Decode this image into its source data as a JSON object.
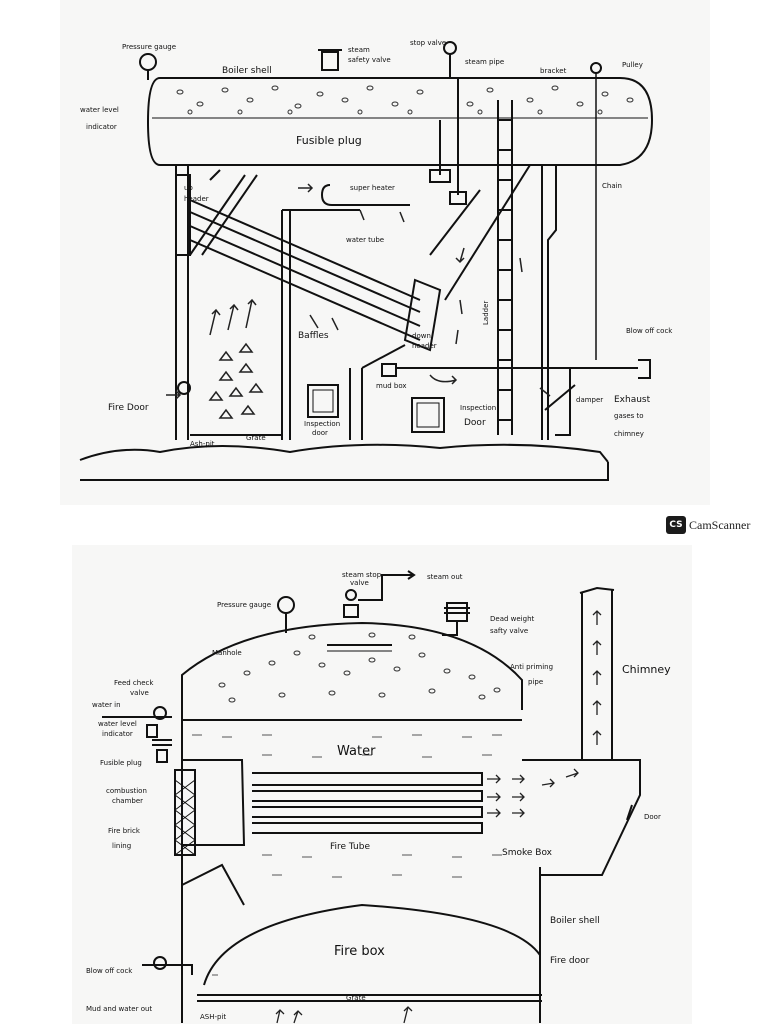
{
  "watermark": {
    "logo_text": "CS",
    "text": "CamScanner"
  },
  "top_diagram": {
    "labels": {
      "pressure_gauge": "Pressure gauge",
      "steam_safety_valve_1": "steam",
      "steam_safety_valve_2": "safety valve",
      "stop_valve": "stop valve",
      "steam_pipe": "steam pipe",
      "bracket": "bracket",
      "pulley": "Pulley",
      "boiler_shell": "Boiler shell",
      "water_level_1": "water level",
      "water_level_2": "indicator",
      "fusible_plug": "Fusible plug",
      "chain": "Chain",
      "up_header_1": "up",
      "up_header_2": "header",
      "super_heater": "super heater",
      "water_tube": "water tube",
      "ladder": "Ladder",
      "baffles": "Baffles",
      "down_header_1": "down",
      "down_header_2": "header",
      "blow_off_cock": "Blow off cock",
      "mud_box": "mud box",
      "damper": "damper",
      "exhaust_1": "Exhaust",
      "exhaust_2": "gases to",
      "exhaust_3": "chimney",
      "fire_door": "Fire Door",
      "ash_pit": "Ash-pit",
      "grate": "Grate",
      "inspection_door_left_1": "Inspection",
      "inspection_door_left_2": "door",
      "inspection_door_right_1": "Inspection",
      "inspection_door_right_2": "Door"
    }
  },
  "bottom_diagram": {
    "labels": {
      "steam_stop_valve_1": "steam stop",
      "steam_stop_valve_2": "valve",
      "steam_out": "steam out",
      "pressure_gauge": "Pressure gauge",
      "dead_weight_1": "Dead weight",
      "dead_weight_2": "safty valve",
      "manhole": "Manhole",
      "anti_priming_1": "Anti priming",
      "anti_priming_2": "pipe",
      "chimney": "Chimney",
      "feed_check_1": "Feed check",
      "feed_check_2": "valve",
      "water_in": "water in",
      "water_level_1": "water level",
      "water_level_2": "indicator",
      "water": "Water",
      "fusible_plug": "Fusible plug",
      "combustion_1": "combustion",
      "combustion_2": "chamber",
      "fire_brick_1": "Fire brick",
      "fire_brick_2": "lining",
      "fire_tube": "Fire Tube",
      "smoke_box": "Smoke Box",
      "door": "Door",
      "boiler_shell": "Boiler shell",
      "fire_box": "Fire box",
      "fire_door": "Fire door",
      "blow_off_cock": "Blow off cock",
      "mud_water_out": "Mud and water out",
      "grate": "Grate",
      "ash_pit": "ASH-pit"
    }
  }
}
